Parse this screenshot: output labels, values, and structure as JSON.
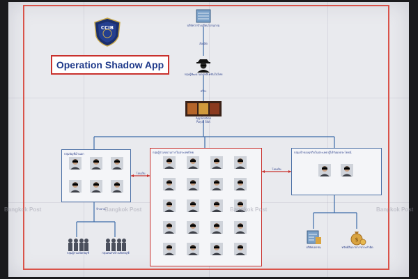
{
  "title": "Operation Shadow App",
  "badge_text": "CCIB",
  "top_node": {
    "icon": "server-icon",
    "caption": "บริษัทว่าจ้างเขียนโปรแกรม"
  },
  "edge_label_1": "สั่งผลิต",
  "hacker_node": {
    "icon": "hacker-icon",
    "caption": "กลุ่มผู้พัฒนาแอปพลิเคชันในไทย"
  },
  "edge_label_2": "สร้าง",
  "app_node": {
    "icon": "app-icon",
    "caption_line1": "Application",
    "caption_line2": "Royal Slot"
  },
  "groups": [
    {
      "title": "กลุ่มบัญชีม้านอก",
      "border": "#4a6fa5"
    },
    {
      "title": "กลุ่มผู้ร่วมขบวนการในประเทศไทย",
      "border": "#c9302c"
    },
    {
      "title": "กลุ่มเจ้าของธุรกิจในประเทศ ผู้ได้รับผลประโยชน์",
      "border": "#4a6fa5"
    }
  ],
  "edge_label_mid": "โอนเงิน",
  "edge_label_right": "โอนเงิน",
  "edge_label_down": "จ้างงาน",
  "bottom_left": [
    {
      "icon": "crowd-icon",
      "caption": "กลุ่มผู้ร่วมเปิดบัญชี"
    },
    {
      "icon": "crowd-icon",
      "caption": "กลุ่มคนรับจ้างเปิดบัญชี"
    }
  ],
  "bottom_right": [
    {
      "icon": "building-icon",
      "caption": "บริษัทเอกชน"
    },
    {
      "icon": "money-bag-icon",
      "caption": "ทรัพย์สินจากการกระทำผิด"
    }
  ],
  "watermark": "Bangkok Post",
  "colors": {
    "frame": "#d9534a",
    "title": "#1f3a8a",
    "link": "#3b6aa8",
    "red_link": "#c9302c"
  }
}
